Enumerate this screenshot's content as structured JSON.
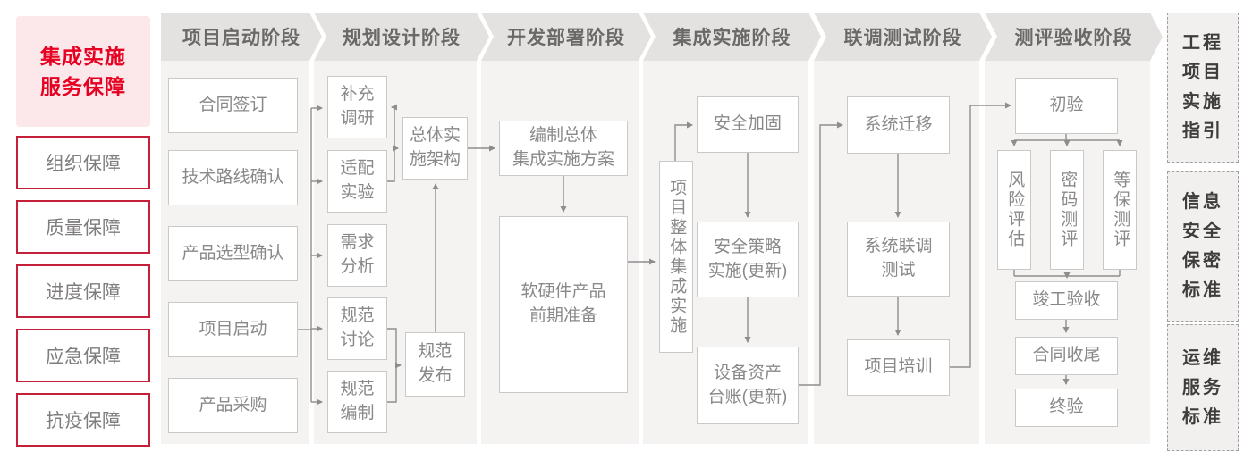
{
  "title": {
    "text": "集成实施\n服务保障"
  },
  "sidebar": {
    "items": [
      {
        "label": "组织保障"
      },
      {
        "label": "质量保障"
      },
      {
        "label": "进度保障"
      },
      {
        "label": "应急保障"
      },
      {
        "label": "抗疫保障"
      }
    ]
  },
  "phases": [
    {
      "label": "项目启动阶段"
    },
    {
      "label": "规划设计阶段"
    },
    {
      "label": "开发部署阶段"
    },
    {
      "label": "集成实施阶段"
    },
    {
      "label": "联调测试阶段"
    },
    {
      "label": "测评验收阶段"
    }
  ],
  "flow": {
    "p1": {
      "contract_signing": "合同签订",
      "tech_route": "技术路线确认",
      "product_selection": "产品选型确认",
      "project_kickoff": "项目启动",
      "procurement": "产品采购"
    },
    "p2": {
      "supplement_research": "补充\n调研",
      "adaptation_test": "适配\n实验",
      "requirement_analysis": "需求\n分析",
      "spec_discussion": "规范\n讨论",
      "spec_compilation": "规范\n编制",
      "overall_architecture": "总体实\n施架构",
      "spec_release": "规范\n发布"
    },
    "p3": {
      "overall_plan": "编制总体\n集成实施方案",
      "hw_sw_prep": "软硬件产品\n前期准备"
    },
    "p4": {
      "overall_integration": "项目整体集成实施",
      "security_hardening": "安全加固",
      "security_policy": "安全策略\n实施(更新)",
      "asset_ledger": "设备资产\n台账(更新)"
    },
    "p5": {
      "system_migration": "系统迁移",
      "joint_debug": "系统联调\n测试",
      "project_training": "项目培训"
    },
    "p6": {
      "initial_acceptance": "初验",
      "risk_assessment": "风险评估",
      "crypto_eval": "密码测评",
      "mlps_eval": "等保测评",
      "completion_acceptance": "竣工验收",
      "contract_closure": "合同收尾",
      "final_acceptance": "终验"
    }
  },
  "standards": {
    "guide": "工程\n项目\n实施\n指引",
    "infosec": "信息\n安全\n保密\n标准",
    "om": "运维\n服务\n标准"
  },
  "colors": {
    "accent_red": "#e60021",
    "border_red": "#c5203a",
    "title_bg": "#fce7ea",
    "phase_bg": "#e3e2e1",
    "panel_bg": "#f4f3f2",
    "flow_text": "#8a8888",
    "line": "#8f8d8c",
    "standard_text": "#3f3d3c"
  }
}
